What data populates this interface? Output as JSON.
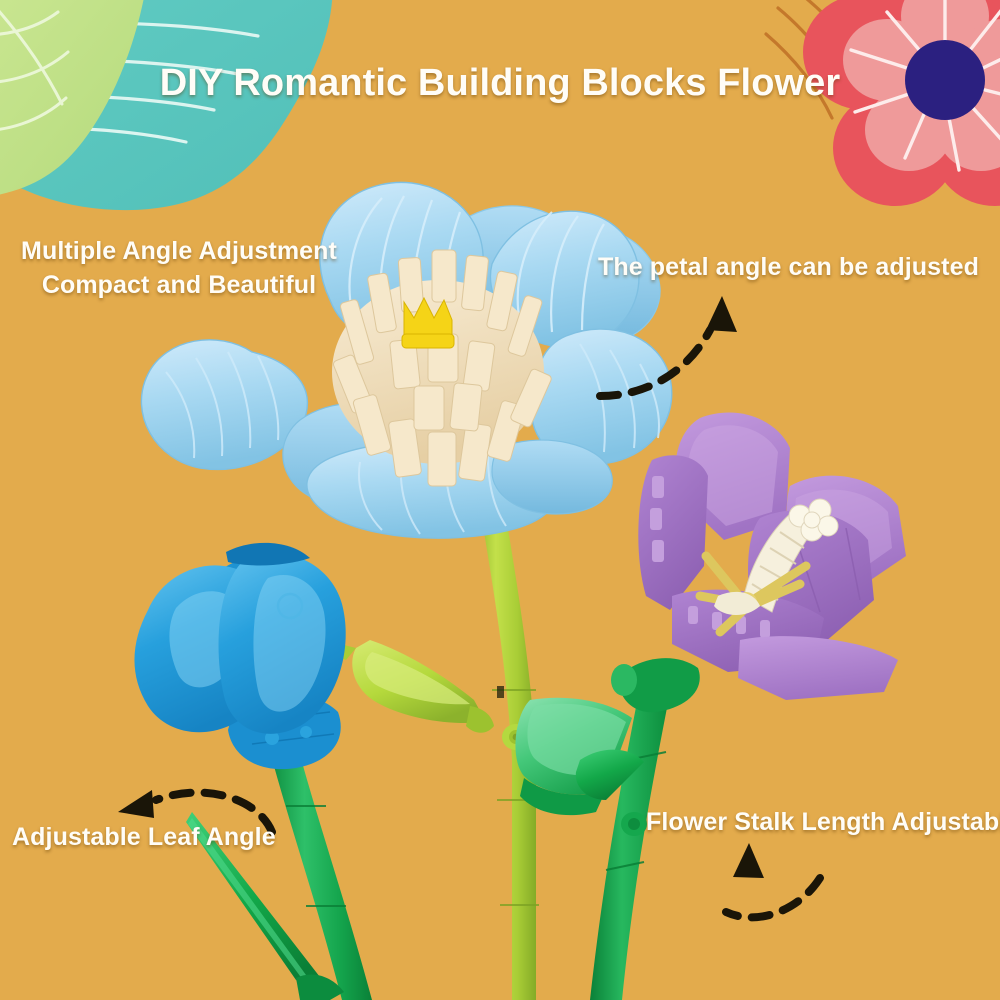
{
  "banner": {
    "title": "DIY Romantic Building Blocks Flower",
    "background_color": "#e3ab4c",
    "title_color": "#fffdf7"
  },
  "captions": [
    {
      "name": "multiple-angle",
      "line1": "Multiple Angle Adjustment",
      "line2": "Compact and Beautiful"
    },
    {
      "name": "petal-angle",
      "text": "The petal angle can be adjusted"
    },
    {
      "name": "leaf-angle",
      "text": "Adjustable Leaf Angle"
    },
    {
      "name": "stalk-length",
      "text": "Flower Stalk Length Adjustable"
    }
  ],
  "caption_text": {
    "multiple_angle_line1": "Multiple Angle Adjustment",
    "multiple_angle_line2": "Compact and Beautiful",
    "petal_angle": "The petal angle can be adjusted",
    "leaf_angle": "Adjustable Leaf Angle",
    "stalk_length": "Flower Stalk Length Adjustable"
  },
  "decorations": {
    "top_left": {
      "name": "teal-blob-with-leaf",
      "blob_color": "#5ec8c0",
      "leaf_color": "#c3e08a",
      "vein_color": "#eafaf4"
    },
    "top_right": {
      "name": "coral-flower",
      "outer_petal_color": "#e8545c",
      "inner_petal_color": "#ef9a9a",
      "center_color": "#2b2080",
      "ray_color": "#fde9e7",
      "arc_color": "#c87a2a",
      "orange_circle_color": "#f0a62a"
    }
  },
  "flowers": [
    {
      "name": "blue-peony",
      "petal_color": "#a7d8f0",
      "petal_shadow": "#7ec0e2",
      "stamen_color": "#f2dfbe",
      "center_crown_color": "#f5d417",
      "stem_color": "#a5cc39"
    },
    {
      "name": "blue-tulip-bud",
      "petal_color": "#2196d8",
      "petal_highlight": "#5fc0ee",
      "stem_color": "#16a94b"
    },
    {
      "name": "purple-flower",
      "petal_color": "#b184d0",
      "petal_dark": "#9a6bbd",
      "pistil_color": "#f3ecd8",
      "stamen_color": "#e0cc63",
      "stem_color": "#0da14a"
    }
  ],
  "leaves": [
    {
      "name": "yellow-green-leaf",
      "color": "#b5d93c"
    },
    {
      "name": "mint-green-leaf",
      "color": "#46c779"
    },
    {
      "name": "dark-green-leaf",
      "color": "#17a94c"
    }
  ],
  "arrows": [
    {
      "name": "petal-angle-arrow",
      "style": "dashed-curve",
      "direction": "up-right",
      "color": "#1a1508"
    },
    {
      "name": "leaf-angle-arrow",
      "style": "dashed-arc",
      "direction": "left",
      "color": "#1a1508"
    },
    {
      "name": "stalk-length-arrow",
      "style": "dashed-curve",
      "direction": "up-left",
      "color": "#1a1508"
    }
  ]
}
